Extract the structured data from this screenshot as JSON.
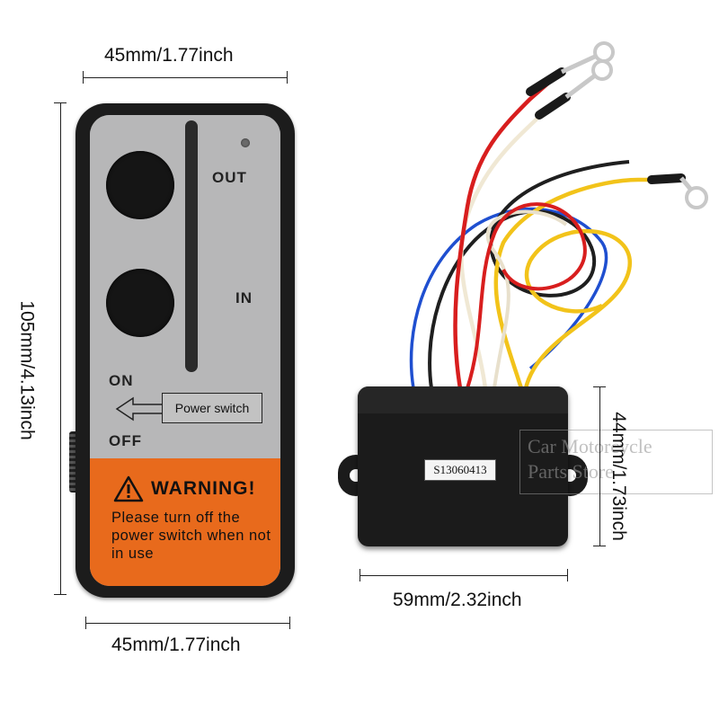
{
  "dimensions": {
    "remote_top_width": "45mm/1.77inch",
    "remote_height": "105mm/4.13inch",
    "remote_bottom_width": "45mm/1.77inch",
    "receiver_height": "44mm/1.73inch",
    "receiver_width": "59mm/2.32inch"
  },
  "remote": {
    "out_label": "OUT",
    "in_label": "IN",
    "on_label": "ON",
    "off_label": "OFF",
    "power_switch_label": "Power switch",
    "warning_title": "WARNING!",
    "warning_text": "Please turn off the power switch when not in use",
    "warning_color": "#e86a1c"
  },
  "receiver": {
    "serial_label": "S13060413",
    "wire_colors": [
      "#d81e1e",
      "#f2c31a",
      "#1f1f1f",
      "#1f4fd0",
      "#f5efe0"
    ]
  },
  "watermark": {
    "line1": "Car Motorcycle",
    "line2": "Parts Store"
  }
}
